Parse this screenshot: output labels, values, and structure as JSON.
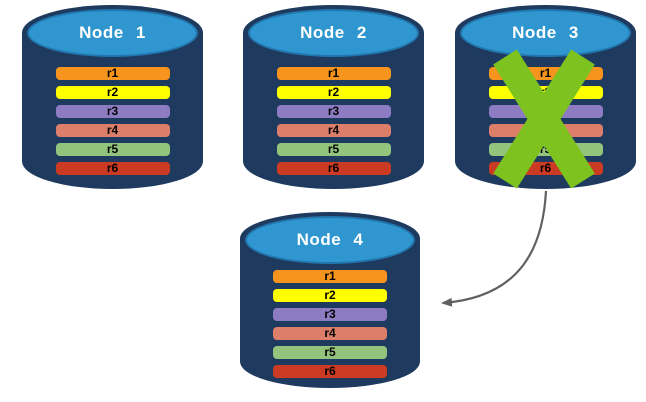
{
  "nodes": [
    {
      "title": "Node 1",
      "status": "ok"
    },
    {
      "title": "Node 2",
      "status": "ok"
    },
    {
      "title": "Node 3",
      "status": "failed"
    },
    {
      "title": "Node 4",
      "status": "ok"
    }
  ],
  "records": [
    {
      "label": "r1",
      "color": "#F7941E"
    },
    {
      "label": "r2",
      "color": "#FFFF00"
    },
    {
      "label": "r3",
      "color": "#8E7CC3"
    },
    {
      "label": "r4",
      "color": "#DD7E6B"
    },
    {
      "label": "r5",
      "color": "#93C47D"
    },
    {
      "label": "r6",
      "color": "#CB3B23"
    }
  ],
  "colors": {
    "cylinder_body": "#1F3A5F",
    "cylinder_top": "#2F96CF",
    "cylinder_top_border": "#2176AE",
    "failure_x": "#7DC21F",
    "arrow": "#606060"
  },
  "annotations": {
    "failed_node": "Node 3",
    "arrow_from": "Node 3",
    "arrow_to": "Node 4"
  }
}
